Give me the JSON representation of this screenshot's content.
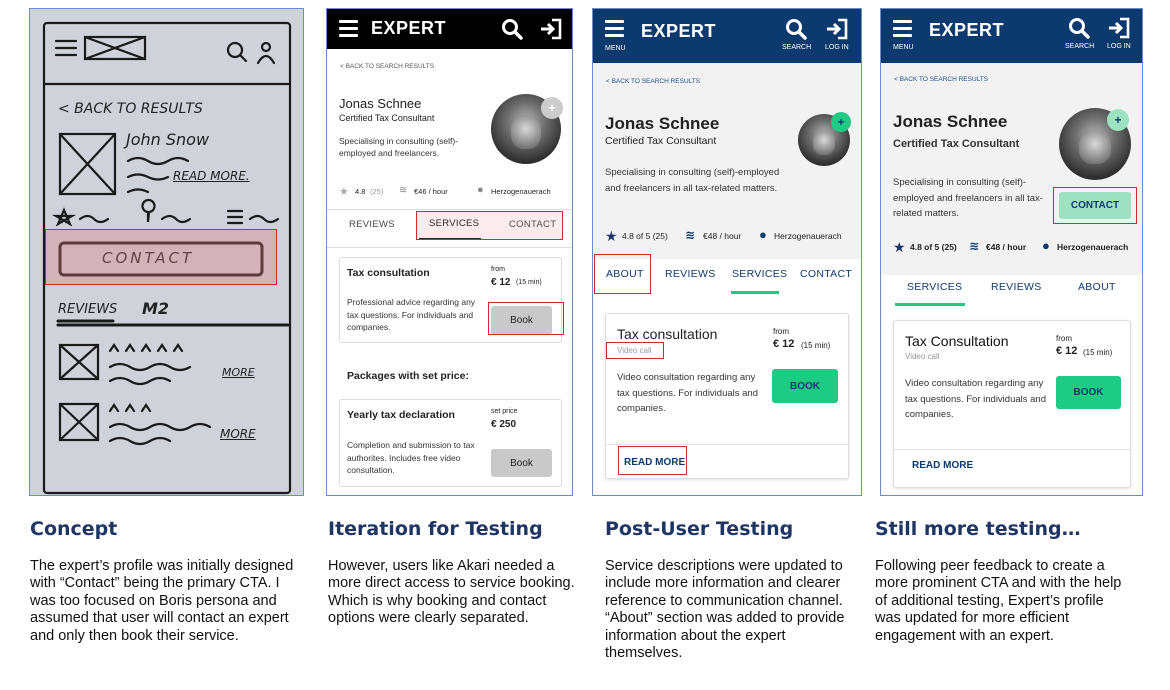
{
  "panels": {
    "sketch": {
      "back": "< BACK TO RESULTS",
      "name": "John Snow",
      "read_more": "READ MORE.",
      "contact": "CONTACT",
      "reviews": "REVIEWS",
      "reviews_count": "M2",
      "more1": "MORE",
      "more2": "MORE"
    },
    "iteration": {
      "logo": "EXPERT",
      "back": "< BACK TO SEARCH RESULTS",
      "name": "Jonas Schnee",
      "role": "Certified Tax Consultant",
      "bio": "Specialising in consulting (self)-employed and freelancers.",
      "rating": "4.8",
      "rating_count": "(25)",
      "price": "€46 / hour",
      "location": "Herzogenauerach",
      "tabs": [
        "REVIEWS",
        "SERVICES",
        "CONTACT"
      ],
      "service_title": "Tax consultation",
      "service_from": "from",
      "service_price": "€ 12",
      "service_duration": "(15 min)",
      "service_desc": "Professional advice regarding any tax questions. For individuals and companies.",
      "book1": "Book",
      "packages_title": "Packages with set price:",
      "package_title": "Yearly tax declaration",
      "package_set": "set price",
      "package_price": "€ 250",
      "package_desc": "Completion and submission to tax authorites. Includes free video consultation.",
      "book2": "Book"
    },
    "post": {
      "logo": "EXPERT",
      "menu": "MENU",
      "search": "SEARCH",
      "login": "LOG IN",
      "back": "< BACK TO SEARCH RESULTS",
      "name": "Jonas Schnee",
      "role": "Certified Tax Consultant",
      "bio": "Specialising in consulting (self)-employed and freelancers in all tax-related matters.",
      "rating": "4.8 of 5 (25)",
      "price": "€48 / hour",
      "location": "Herzogenauerach",
      "tabs": [
        "ABOUT",
        "REVIEWS",
        "SERVICES",
        "CONTACT"
      ],
      "service_title": "Tax consultation",
      "service_sub": "Video call",
      "service_from": "from",
      "service_price": "€ 12",
      "service_duration": "(15 min)",
      "service_desc": "Video consultation regarding any tax questions. For individuals and companies.",
      "book": "BOOK",
      "read_more": "READ MORE"
    },
    "still": {
      "logo": "EXPERT",
      "menu": "MENU",
      "search": "SEARCH",
      "login": "LOG IN",
      "back": "< BACK TO SEARCH RESULTS",
      "name": "Jonas Schnee",
      "role": "Certified Tax Consultant",
      "bio": "Specialising in consulting (self)-employed and freelancers in all tax-related matters.",
      "contact": "CONTACT",
      "rating": "4.8 of 5 (25)",
      "price": "€48 / hour",
      "location": "Herzogenauerach",
      "tabs": [
        "SERVICES",
        "REVIEWS",
        "ABOUT"
      ],
      "service_title": "Tax Consultation",
      "service_sub": "Video call",
      "service_from": "from",
      "service_price": "€ 12",
      "service_duration": "(15 min)",
      "service_desc": "Video consultation regarding any tax questions. For individuals and companies.",
      "book": "BOOK",
      "read_more": "READ MORE"
    }
  },
  "captions": [
    {
      "title": "Concept",
      "text": "The expert’s profile was initially designed with “Contact” being the primary CTA. I was too focused on Boris persona and assumed that user will contact an expert and only then book their service."
    },
    {
      "title": "Iteration for Testing",
      "text": "However, users like Akari needed a more direct access to service booking. Which is why booking and contact options were clearly separated."
    },
    {
      "title": "Post-User Testing",
      "text": "Service descriptions were updated to include more information and clearer reference to communication channel. “About” section was added to provide information about the expert themselves."
    },
    {
      "title": "Still more testing…",
      "text": "Following peer feedback to create a more prominent CTA and with the help of additional testing, Expert’s profile was updated for more efficient engagement with an expert."
    }
  ],
  "colors": {
    "navy": "#0d3a6e",
    "green": "#1ecb85",
    "highlight_red": "#d02b2b",
    "caption_title": "#1f3564"
  }
}
